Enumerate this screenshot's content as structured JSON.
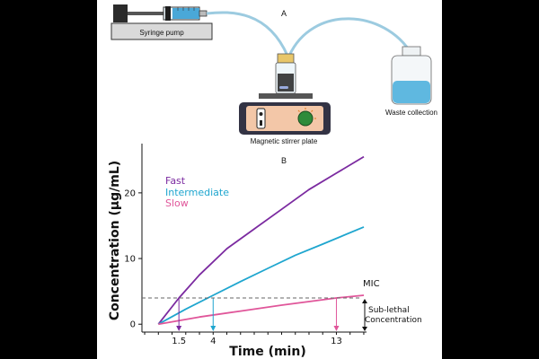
{
  "panelA": {
    "label": "A",
    "syringe_pump_label": "Syringe pump",
    "stirrer_label": "Magnetic stirrer plate",
    "waste_label": "Waste collection"
  },
  "panelB": {
    "label": "B",
    "mic_label": "MIC",
    "sublethal_line1": "Sub-lethal",
    "sublethal_line2": "Concentration"
  },
  "colors": {
    "fast": "#7b2aa0",
    "intermediate": "#1fa6cf",
    "slow": "#e0569a",
    "tubing": "#9ccbe0"
  },
  "chart_data": {
    "type": "line",
    "xlabel": "Time (min)",
    "ylabel": "Concentration (µg/mL)",
    "xlim": [
      -1.2,
      15.2
    ],
    "ylim": [
      -1.2,
      27.5
    ],
    "yticks": [
      0,
      10,
      20
    ],
    "xticks": [
      1.5,
      4,
      13
    ],
    "mic": 4,
    "series": [
      {
        "name": "Fast",
        "color": "#7b2aa0",
        "x": [
          0,
          1.5,
          3,
          5,
          7,
          9,
          11,
          13,
          15
        ],
        "y": [
          0,
          4,
          7.5,
          11.5,
          14.5,
          17.5,
          20.5,
          23,
          25.5
        ]
      },
      {
        "name": "Intermediate",
        "color": "#1fa6cf",
        "x": [
          0,
          2,
          4,
          6,
          8,
          10,
          12,
          15
        ],
        "y": [
          0,
          2.3,
          4.4,
          6.5,
          8.5,
          10.5,
          12.2,
          14.8
        ]
      },
      {
        "name": "Slow",
        "color": "#e0569a",
        "x": [
          0,
          3,
          6,
          9,
          13,
          15
        ],
        "y": [
          0,
          1.1,
          2.0,
          2.9,
          4.0,
          4.4
        ]
      }
    ],
    "markers": [
      {
        "x": 1.5,
        "color": "#7b2aa0",
        "label": "1.5"
      },
      {
        "x": 4,
        "color": "#1fa6cf",
        "label": "4"
      },
      {
        "x": 13,
        "color": "#e0569a",
        "label": "13"
      }
    ]
  }
}
